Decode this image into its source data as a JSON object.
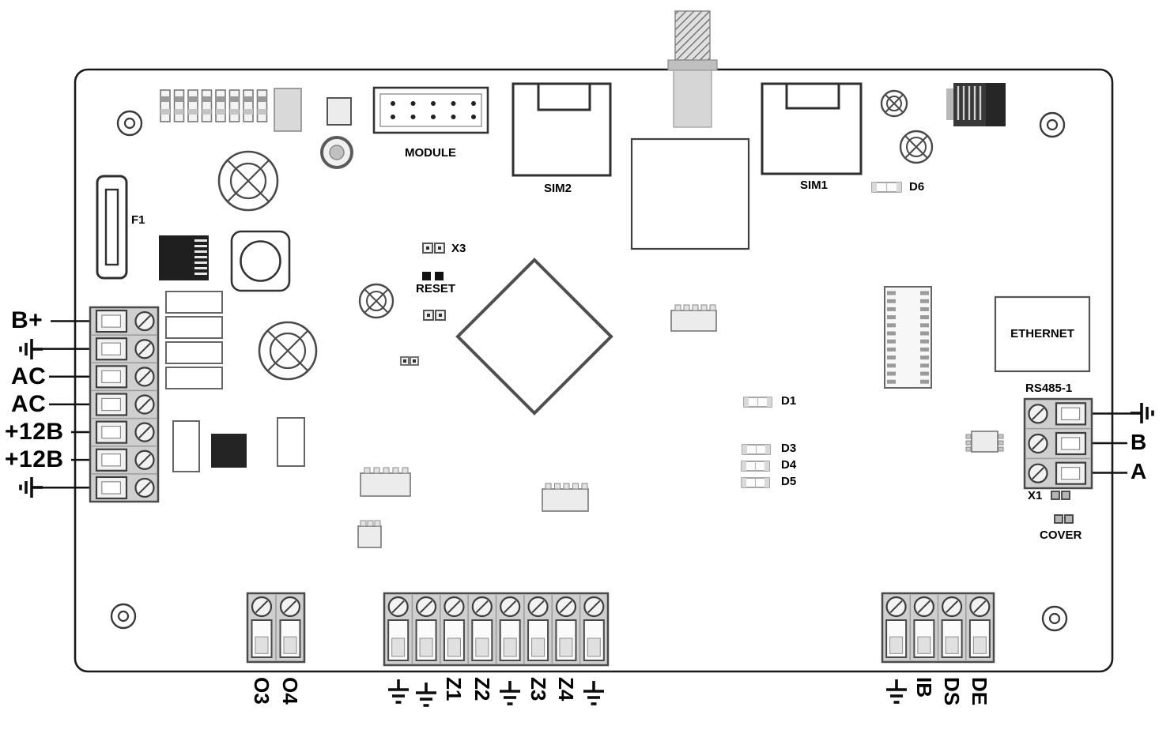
{
  "board": {
    "title_labels": {
      "module": "MODULE",
      "sim2": "SIM2",
      "sim1": "SIM1",
      "d6": "D6",
      "f1": "F1",
      "x3": "X3",
      "reset": "RESET",
      "ethernet": "ETHERNET",
      "rs485": "RS485-1",
      "x1": "X1",
      "cover": "COVER",
      "d1": "D1",
      "d3": "D3",
      "d4": "D4",
      "d5": "D5"
    },
    "left_terminals": [
      {
        "label": "B+"
      },
      {
        "icon": "earth-ground-icon"
      },
      {
        "label": "AC"
      },
      {
        "label": "AC"
      },
      {
        "label": "+12B"
      },
      {
        "label": "+12B"
      },
      {
        "icon": "earth-ground-icon"
      }
    ],
    "rs485_terminals": [
      {
        "icon": "earth-ground-icon"
      },
      {
        "label": "B"
      },
      {
        "label": "A"
      }
    ],
    "bottom_left_terminals": [
      {
        "label": "O3"
      },
      {
        "label": "O4"
      }
    ],
    "bottom_middle_terminals": [
      {
        "icon": "earth-ground-icon"
      },
      {
        "icon": "earth-ground-icon"
      },
      {
        "label": "Z1"
      },
      {
        "label": "Z2"
      },
      {
        "icon": "earth-ground-icon"
      },
      {
        "label": "Z3"
      },
      {
        "label": "Z4"
      },
      {
        "icon": "earth-ground-icon"
      }
    ],
    "bottom_right_terminals": [
      {
        "icon": "earth-ground-icon"
      },
      {
        "label": "IB"
      },
      {
        "label": "DS"
      },
      {
        "label": "DE"
      }
    ],
    "colors": {
      "board_outline": "#1b1b1b",
      "terminal_block_gray": "#cfcfcf",
      "label_text": "#000000"
    },
    "icons": {
      "earth-ground-icon": "drawn as svg ground symbol"
    }
  }
}
